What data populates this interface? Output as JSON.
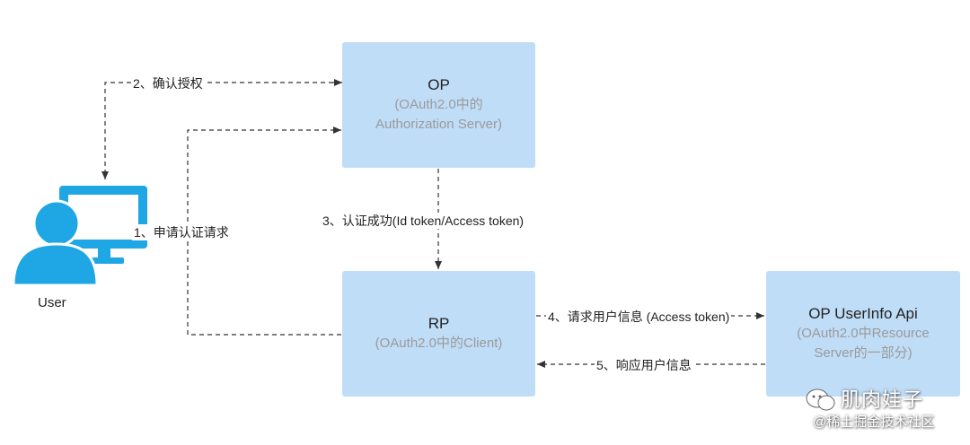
{
  "nodes": {
    "op": {
      "title": "OP",
      "subtitle_1": "(OAuth2.0中的",
      "subtitle_2": "Authorization Server)"
    },
    "rp": {
      "title": "RP",
      "subtitle_1": "(OAuth2.0中的Client)"
    },
    "userinfo": {
      "title": "OP UserInfo Api",
      "subtitle_1": "(OAuth2.0中Resource",
      "subtitle_2": "Server的一部分)"
    },
    "user": {
      "label": "User"
    }
  },
  "edges": {
    "step1": "1、申请认证请求",
    "step2": "2、确认授权",
    "step3": "3、认证成功(Id token/Access token)",
    "step4": "4、请求用户信息 (Access token)",
    "step5": "5、响应用户信息"
  },
  "watermark": {
    "account": "肌肉娃子",
    "site": "@稀土掘金技术社区",
    "icon": "wechat-icon"
  },
  "colors": {
    "box_fill": "#c0ddf7",
    "user_icon": "#1ea7e4",
    "line": "#333333",
    "subtitle": "#9a9a9a"
  }
}
